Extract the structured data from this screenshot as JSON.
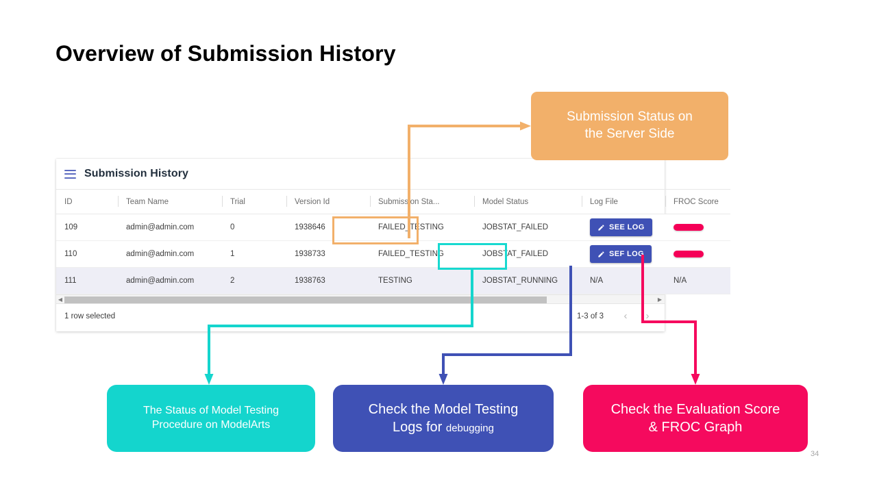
{
  "slide": {
    "title": "Overview of Submission History",
    "page_number": "34"
  },
  "app": {
    "menu_icon": "hamburger-icon",
    "title": "Submission History",
    "table": {
      "columns": [
        "ID",
        "Team Name",
        "Trial",
        "Version Id",
        "Submission Sta...",
        "Model Status",
        "Log File",
        "FROC Score"
      ],
      "rows": [
        {
          "id": "109",
          "team_name": "admin@admin.com",
          "trial": "0",
          "version_id": "1938646",
          "submission_status": "FAILED_TESTING",
          "model_status": "JOBSTAT_FAILED",
          "log_file": "SEE LOG",
          "log_file_type": "button",
          "froc_score": "",
          "froc_type": "bar",
          "selected": false
        },
        {
          "id": "110",
          "team_name": "admin@admin.com",
          "trial": "1",
          "version_id": "1938733",
          "submission_status": "FAILED_TESTING",
          "model_status": "JOBSTAT_FAILED",
          "log_file": "SEF LOG",
          "log_file_type": "button",
          "froc_score": "",
          "froc_type": "bar",
          "selected": false
        },
        {
          "id": "111",
          "team_name": "admin@admin.com",
          "trial": "2",
          "version_id": "1938763",
          "submission_status": "TESTING",
          "model_status": "JOBSTAT_RUNNING",
          "log_file": "N/A",
          "log_file_type": "text",
          "froc_score": "N/A",
          "froc_type": "text",
          "selected": true
        }
      ]
    },
    "footer": {
      "rows_selected": "1 row selected",
      "range": "1-3 of 3",
      "prev_icon": "chevron-left-icon",
      "next_icon": "chevron-right-icon"
    },
    "scrollbar": {
      "left_arrow_icon": "caret-left-icon",
      "right_arrow_icon": "caret-right-icon"
    }
  },
  "callouts": {
    "server_status": {
      "line1": "Submission Status on",
      "line2": "the Server Side",
      "color": "#f2b06a"
    },
    "modelarts_status": {
      "line1": "The Status of Model Testing",
      "line2": "Procedure on ModelArts",
      "color": "#14d5cd"
    },
    "testing_logs": {
      "line1": "Check the Model Testing",
      "line2_main": "Logs for ",
      "line2_small": "debugging",
      "color": "#3f51b5"
    },
    "evaluation": {
      "line1": "Check the Evaluation Score",
      "line2": "& FROC Graph",
      "color": "#f50a5e"
    }
  },
  "highlights": {
    "orange_box_target": "FAILED_TESTING",
    "teal_box_target": "JOBSTAT_FAILED"
  }
}
